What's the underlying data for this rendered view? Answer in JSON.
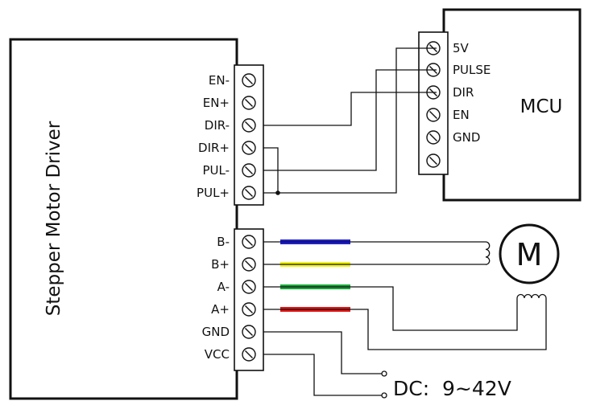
{
  "driver": {
    "title": "Stepper Motor Driver",
    "control_pins": [
      "EN-",
      "EN+",
      "DIR-",
      "DIR+",
      "PUL-",
      "PUL+"
    ],
    "power_pins": [
      "B-",
      "B+",
      "A-",
      "A+",
      "GND",
      "VCC"
    ]
  },
  "mcu": {
    "title": "MCU",
    "pins": [
      "5V",
      "PULSE",
      "DIR",
      "EN",
      "GND",
      ""
    ]
  },
  "motor": {
    "symbol": "M"
  },
  "power_supply": {
    "label": "DC:  9~42V"
  },
  "wire_colors": {
    "B-": "#1f1fd9",
    "B+": "#f2f215",
    "A-": "#19a83a",
    "A+": "#e01616"
  }
}
